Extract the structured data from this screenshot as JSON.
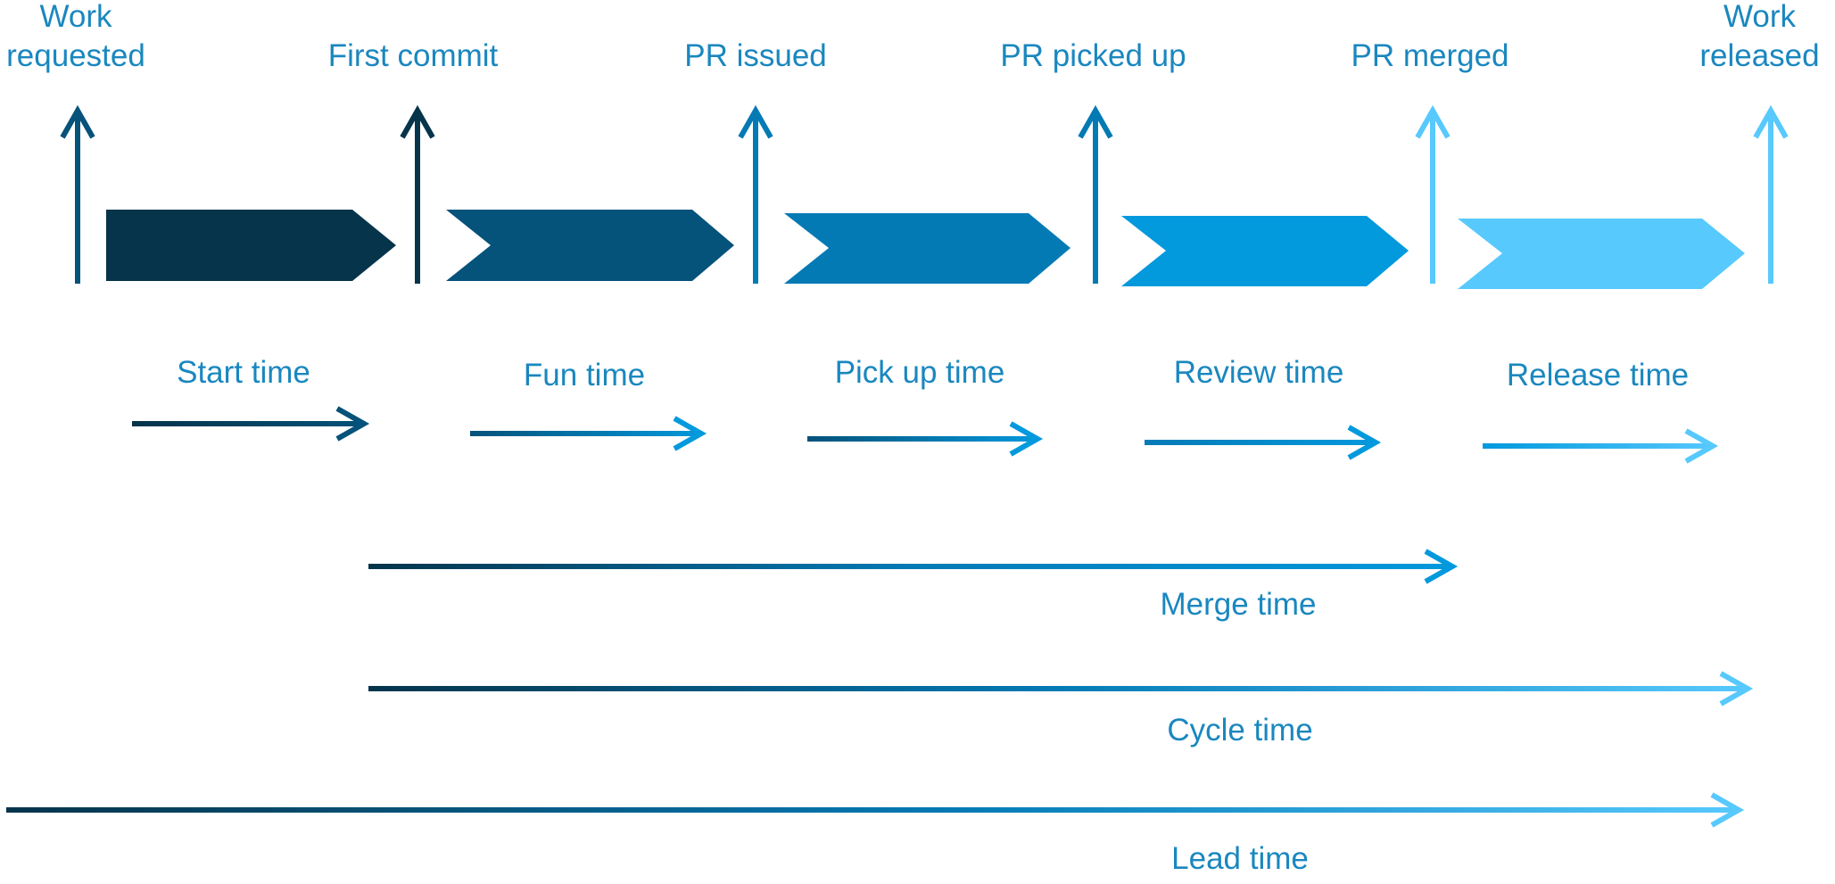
{
  "colors": {
    "c1": "#05344b",
    "c2": "#05527a",
    "c3": "#047ab5",
    "c4": "#0399dd",
    "c5": "#57c9fd",
    "label_text": "#1a87bf"
  },
  "milestones": [
    {
      "line1": "Work",
      "line2": "requested"
    },
    {
      "line1": "First commit"
    },
    {
      "line1": "PR issued"
    },
    {
      "line1": "PR picked up"
    },
    {
      "line1": "PR merged"
    },
    {
      "line1": "Work",
      "line2": "released"
    }
  ],
  "stages": [
    {
      "label": "Start time"
    },
    {
      "label": "Fun time"
    },
    {
      "label": "Pick up time"
    },
    {
      "label": "Review time"
    },
    {
      "label": "Release time"
    }
  ],
  "spans": [
    {
      "label": "Merge time"
    },
    {
      "label": "Cycle time"
    },
    {
      "label": "Lead time"
    }
  ]
}
